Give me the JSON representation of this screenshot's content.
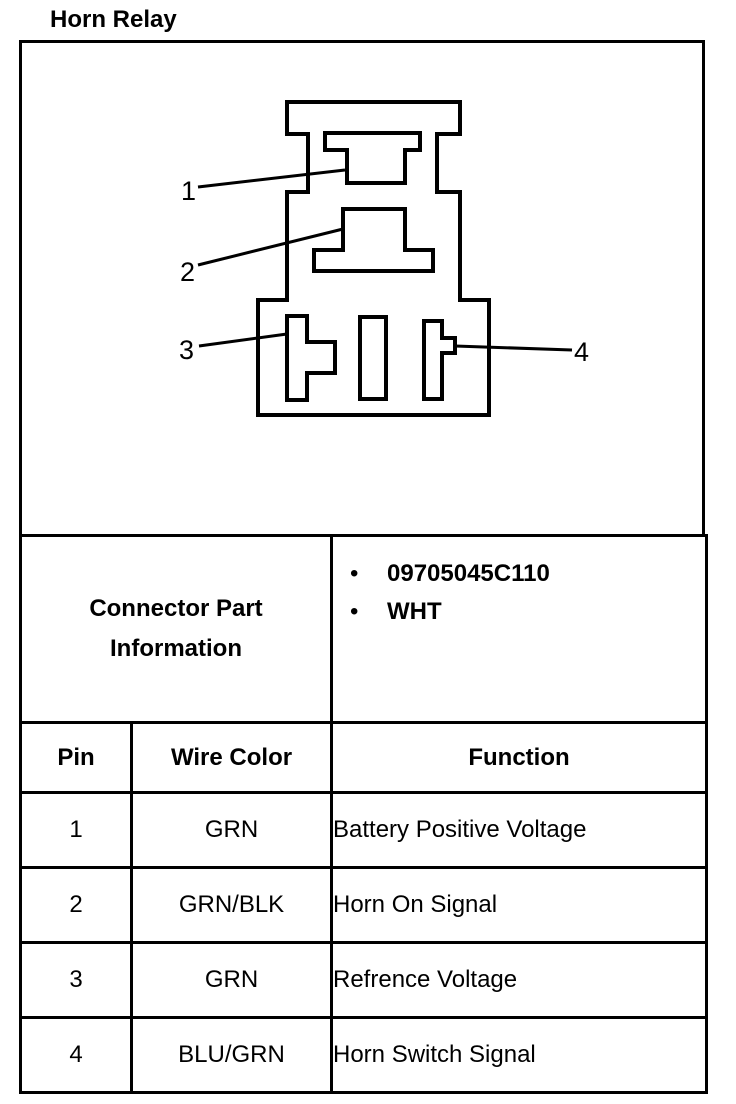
{
  "title": "Horn Relay",
  "diagram": {
    "pin_callouts": [
      "1",
      "2",
      "3",
      "4"
    ]
  },
  "connector_info": {
    "label_line1": "Connector Part",
    "label_line2": "Information",
    "values": [
      "09705045C110",
      "WHT"
    ]
  },
  "pin_table": {
    "headers": {
      "pin": "Pin",
      "wire_color": "Wire Color",
      "function": "Function"
    },
    "rows": [
      {
        "pin": "1",
        "wire_color": "GRN",
        "function": "Battery Positive Voltage"
      },
      {
        "pin": "2",
        "wire_color": "GRN/BLK",
        "function": "Horn On Signal"
      },
      {
        "pin": "3",
        "wire_color": "GRN",
        "function": "Refrence Voltage"
      },
      {
        "pin": "4",
        "wire_color": "BLU/GRN",
        "function": "Horn Switch Signal"
      }
    ]
  },
  "colors": {
    "line": "#000000",
    "background": "#ffffff"
  }
}
